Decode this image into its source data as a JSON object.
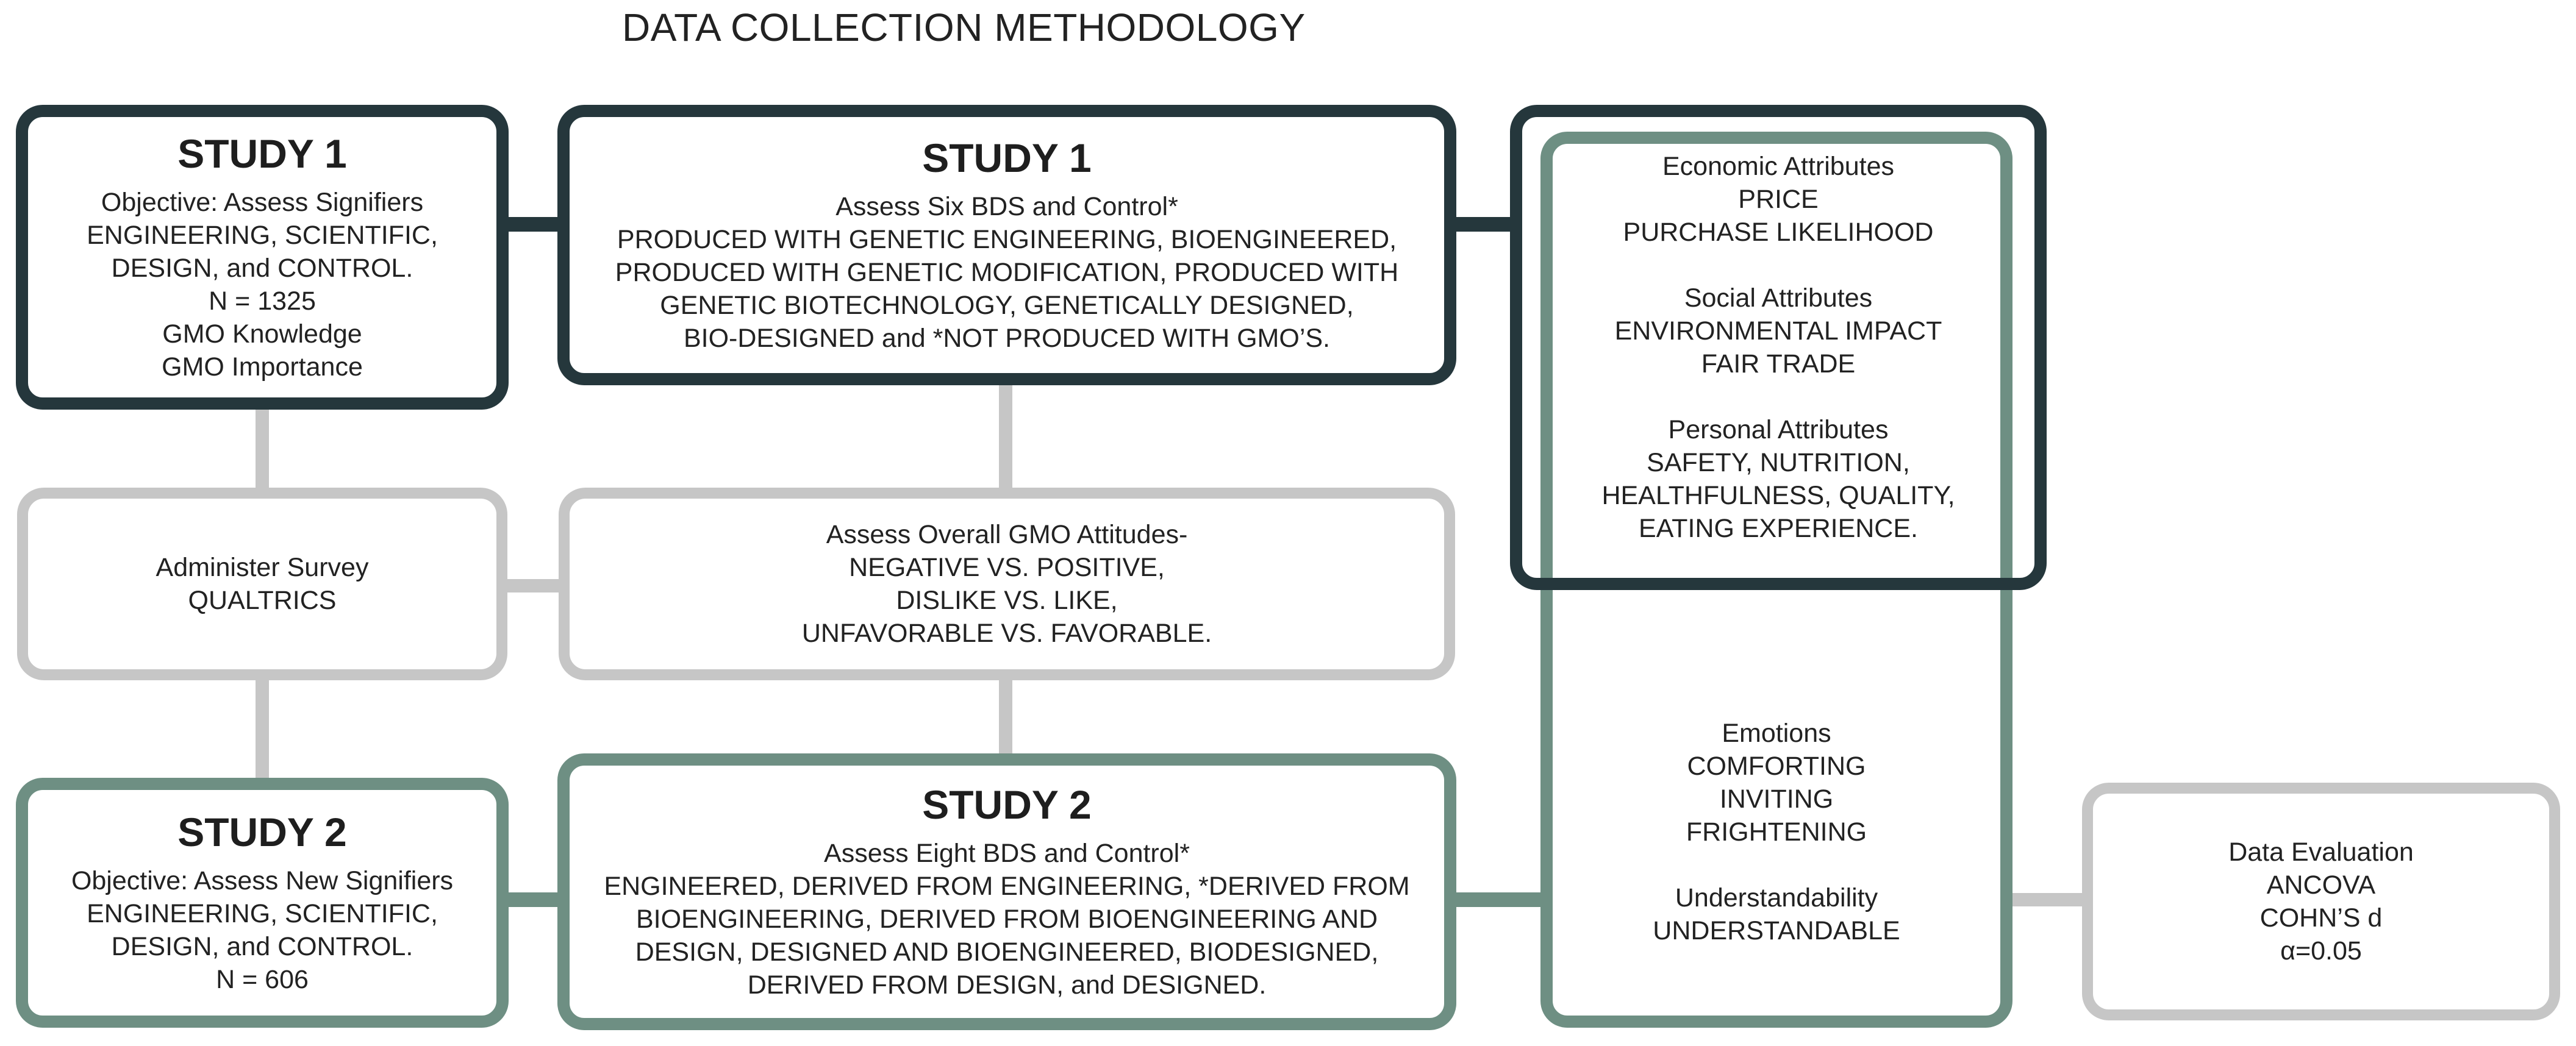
{
  "title": "DATA COLLECTION METHODOLOGY",
  "study1_left": {
    "heading": "STUDY 1",
    "lines": [
      "Objective: Assess Signifiers",
      "ENGINEERING, SCIENTIFIC,",
      "DESIGN, and CONTROL.",
      "N = 1325",
      "GMO Knowledge",
      "GMO Importance"
    ]
  },
  "study1_mid": {
    "heading": "STUDY 1",
    "lines": [
      "Assess Six BDS and Control*",
      "PRODUCED WITH GENETIC ENGINEERING, BIOENGINEERED,",
      "PRODUCED WITH GENETIC MODIFICATION, PRODUCED WITH",
      "GENETIC BIOTECHNOLOGY, GENETICALLY DESIGNED,",
      "BIO-DESIGNED and *NOT PRODUCED WITH GMO’S."
    ]
  },
  "survey": {
    "lines": [
      "Administer Survey",
      "QUALTRICS"
    ]
  },
  "attitudes": {
    "lines": [
      "Assess Overall GMO Attitudes-",
      "NEGATIVE VS. POSITIVE,",
      "DISLIKE VS. LIKE,",
      "UNFAVORABLE VS. FAVORABLE."
    ]
  },
  "study2_left": {
    "heading": "STUDY 2",
    "lines": [
      "Objective: Assess New Signifiers",
      "ENGINEERING, SCIENTIFIC,",
      "DESIGN, and CONTROL.",
      "N = 606"
    ]
  },
  "study2_mid": {
    "heading": "STUDY 2",
    "lines": [
      "Assess Eight BDS and Control*",
      "ENGINEERED, DERIVED FROM ENGINEERING, *DERIVED FROM",
      "BIOENGINEERING, DERIVED FROM BIOENGINEERING AND",
      "DESIGN, DESIGNED AND BIOENGINEERED, BIODESIGNED,",
      "DERIVED FROM DESIGN, and DESIGNED."
    ]
  },
  "attributes": {
    "economic": [
      "Economic Attributes",
      "PRICE",
      "PURCHASE LIKELIHOOD"
    ],
    "social": [
      "Social Attributes",
      "ENVIRONMENTAL IMPACT",
      "FAIR TRADE"
    ],
    "personal": [
      "Personal Attributes",
      "SAFETY, NUTRITION,",
      "HEALTHFULNESS, QUALITY,",
      "EATING EXPERIENCE."
    ]
  },
  "emotions": {
    "emotions": [
      "Emotions",
      "COMFORTING",
      "INVITING",
      "FRIGHTENING"
    ],
    "understandability": [
      "Understandability",
      "UNDERSTANDABLE"
    ]
  },
  "evaluation": {
    "lines": [
      "Data Evaluation",
      "ANCOVA",
      "COHN’S d",
      "α=0.05"
    ]
  },
  "colors": {
    "dark": "#25373c",
    "gray": "#c6c6c6",
    "green": "#6e8f83"
  }
}
